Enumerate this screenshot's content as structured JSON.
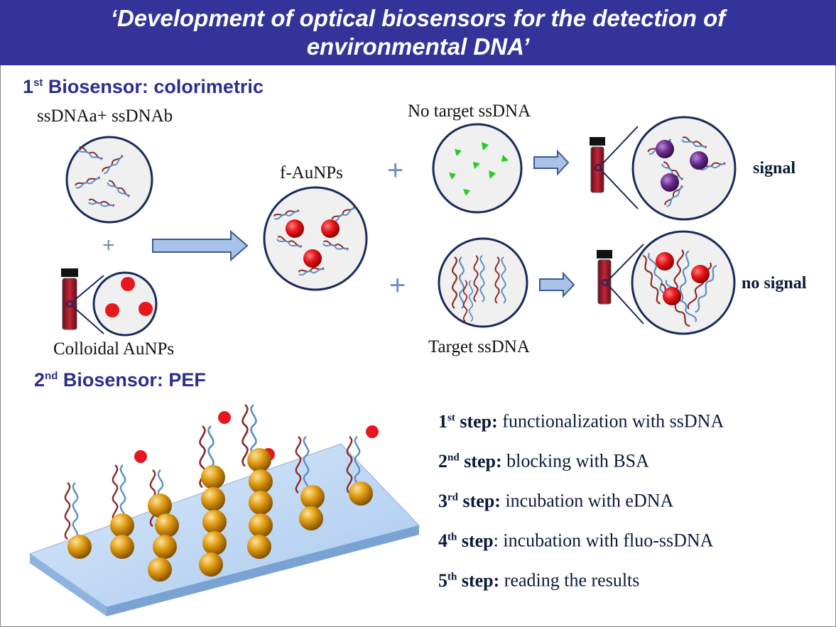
{
  "header": {
    "title_line1": "‘Development of optical biosensors for the detection of",
    "title_line2": "environmental DNA’"
  },
  "biosensor1": {
    "number": "1",
    "suffix": "st",
    "title": " Biosensor: colorimetric",
    "labels": {
      "ssdna_pair": "ssDNAa+ ssDNAb",
      "colloidal": "Colloidal AuNPs",
      "f_aunps": "f-AuNPs",
      "no_target": "No target ssDNA",
      "target": "Target ssDNA",
      "signal": "signal",
      "no_signal": "no signal"
    },
    "colors": {
      "accent": "#333399",
      "gold_np": "#e8171d",
      "agg_np": "#6a2b8e",
      "arrow": "#a9c3e8",
      "plus": "#6f8fbf",
      "green": "#22cc22"
    },
    "icons": [
      "arrow-right-icon",
      "plus-icon",
      "vial-icon"
    ]
  },
  "biosensor2": {
    "number": "2",
    "suffix": "nd",
    "title": "  Biosensor: PEF",
    "steps": [
      {
        "num": "1",
        "sup": "st",
        "bold": " step:",
        "text": " functionalization with ssDNA"
      },
      {
        "num": "2",
        "sup": "nd",
        "bold": " step:",
        "text": " blocking with BSA"
      },
      {
        "num": "3",
        "sup": "rd",
        "bold": "  step:",
        "text": " incubation with eDNA"
      },
      {
        "num": "4",
        "sup": "th",
        "bold": "  step",
        "text": ": incubation with fluo-ssDNA"
      },
      {
        "num": "5",
        "sup": "th",
        "bold": " step:",
        "text": "  reading the results"
      }
    ]
  }
}
